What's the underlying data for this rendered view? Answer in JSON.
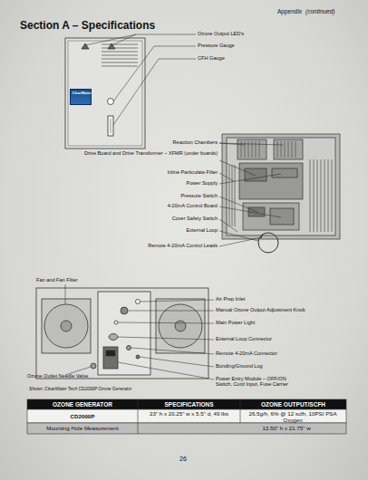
{
  "diagram": {
    "title": "Section A – Specifications",
    "caption": "Shown: ClearWater Tech CD2000P Ozone Generator",
    "nodes": [
      {
        "text": [
          "ClearWater"
        ]
      }
    ],
    "labels": [
      "Appendix",
      "(continued)",
      "Ozone Output LED's",
      "Pressure Gauge",
      "CFH Gauge",
      "Reaction Chambers",
      "Drive Board and Drive Transformer – XFMR (under boards)",
      "Inline Particulate Filter",
      "Power Supply",
      "Pressure Switch",
      "4-20mA Control Board",
      "Cover Safety Switch",
      "External Loop",
      "Remote 4-20mA Control Leads",
      "Fan and Fan Filter",
      "Air Prep Inlet",
      "Manual Ozone Output Adjustment Knob",
      "Main Power Light",
      "External Loop Connector",
      "Remote 4-20mA Connector",
      "Bonding/Ground Lug",
      "Power Entry Module – OFF/ON Switch, Cord Input, Fuse Carrier",
      "Ozone Outlet Needle Valve",
      "OZONE GENERATOR",
      "SPECIFICATIONS",
      "OZONE OUTPUT/SCFH",
      "CD2000P",
      "23\" h x 20.25\" w x 5.5\" d, 49 lbs",
      "26.5g/h, 6% @ 12 scfh, 10PSI PSA Oxygen",
      "Mounting Hole Measurement",
      "13.50\" h x 21.75\" w",
      "26"
    ]
  }
}
